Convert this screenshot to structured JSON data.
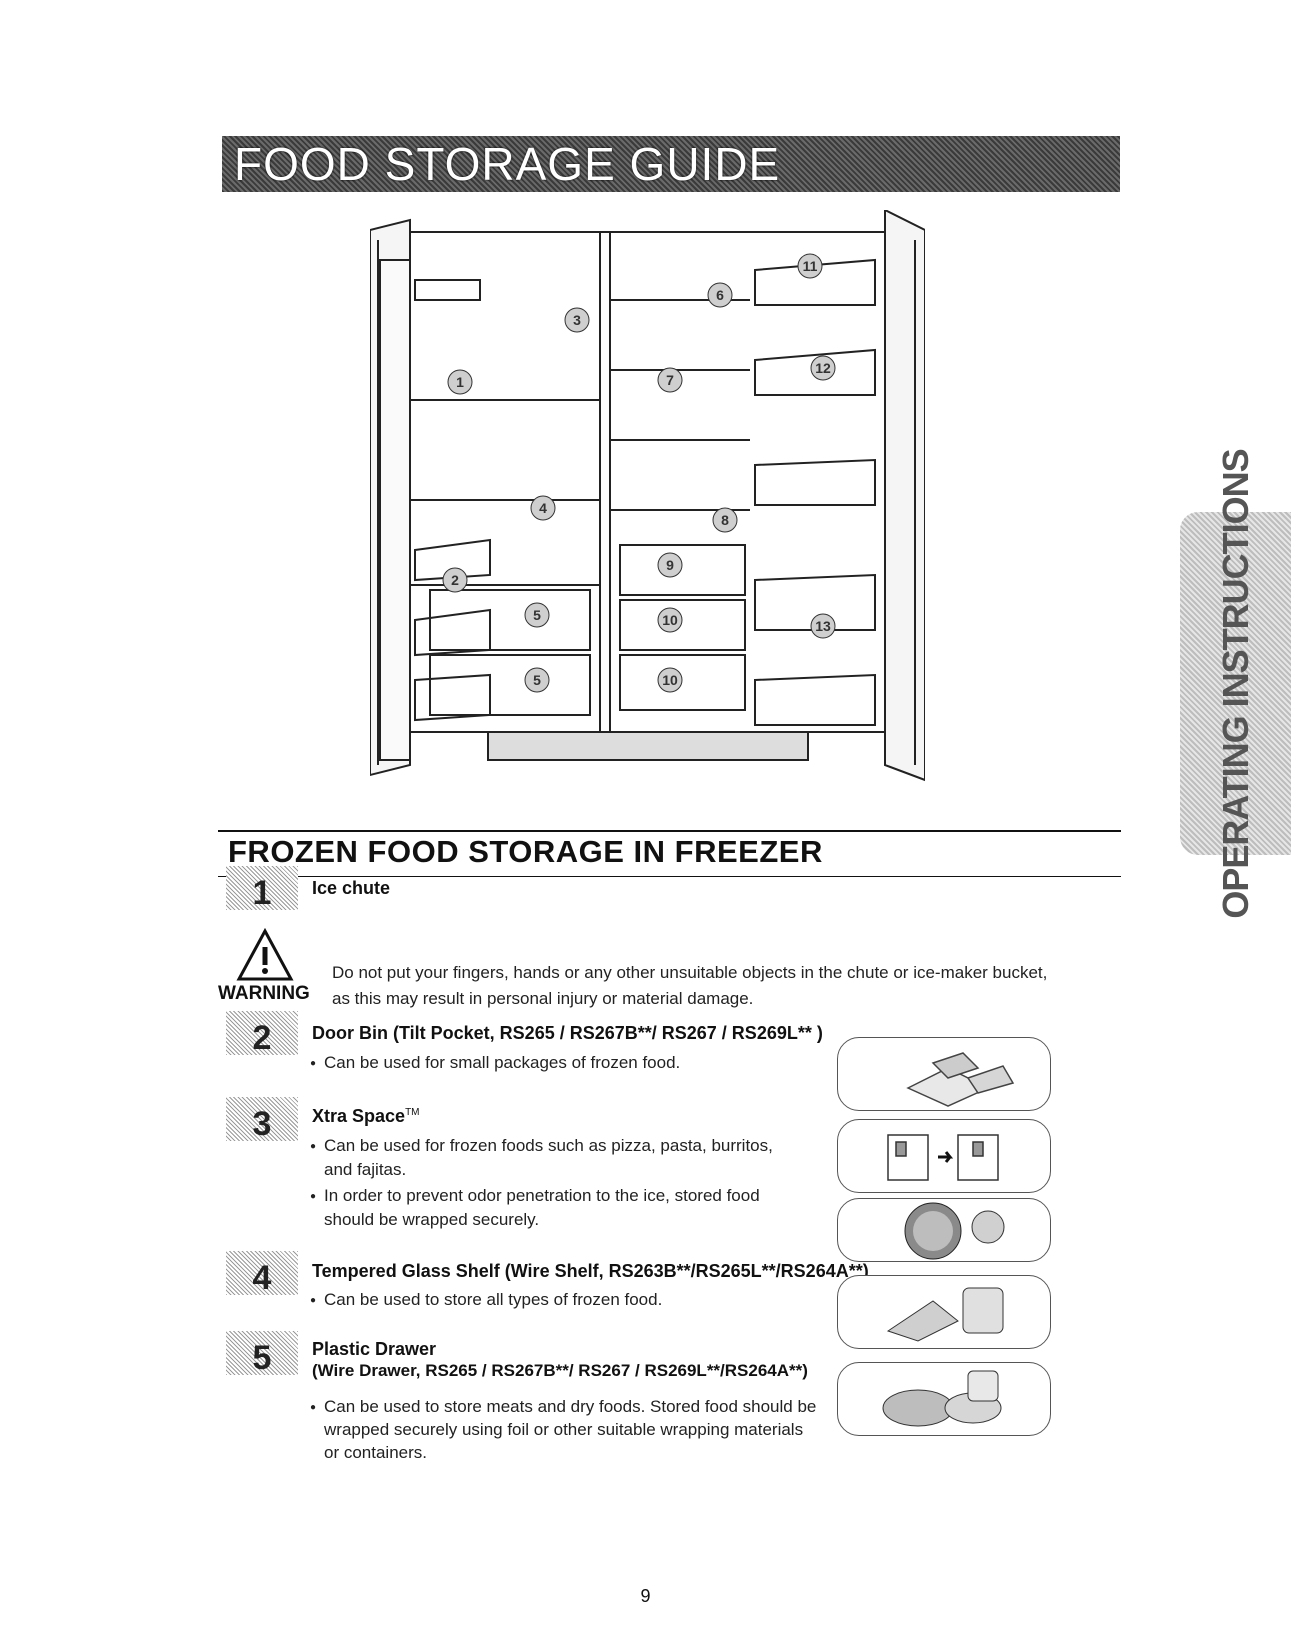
{
  "header": {
    "title": "FOOD STORAGE GUIDE"
  },
  "side_tab": {
    "label": "OPERATING INSTRUCTIONS"
  },
  "figure": {
    "callouts": [
      "1",
      "2",
      "3",
      "4",
      "5",
      "5",
      "6",
      "7",
      "8",
      "9",
      "10",
      "10",
      "11",
      "12",
      "13"
    ]
  },
  "section": {
    "title": "FROZEN FOOD STORAGE IN FREEZER"
  },
  "items": [
    {
      "number": "1",
      "title": "Ice chute"
    },
    {
      "number": "2",
      "title": "Door Bin (Tilt Pocket, RS265 / RS267B**/ RS267 / RS269L** )",
      "bullets": [
        "Can be used for small packages of frozen food."
      ]
    },
    {
      "number": "3",
      "title": "Xtra Space",
      "title_mark": "TM",
      "bullets": [
        "Can be used for frozen foods such as pizza, pasta, burritos,",
        "and fajitas.",
        "In order to prevent odor penetration to the ice, stored food",
        "should be wrapped securely."
      ]
    },
    {
      "number": "4",
      "title": "Tempered Glass Shelf (Wire Shelf, RS263B**/RS265L**/RS264A**)",
      "bullets": [
        "Can be used to store all types of frozen food."
      ]
    },
    {
      "number": "5",
      "title": "Plastic Drawer",
      "subtitle": "(Wire Drawer, RS265 / RS267B**/ RS267 / RS269L**/RS264A**)",
      "bullets": [
        "Can be used to store meats and dry foods. Stored food should be",
        "wrapped securely using foil or other suitable wrapping materials",
        "or containers."
      ]
    }
  ],
  "warning": {
    "label": "WARNING",
    "lines": [
      "Do not put your fingers, hands or any other unsuitable objects in the chute or ice-maker bucket,",
      "as this may result in personal injury or material damage."
    ]
  },
  "page_number": "9",
  "colors": {
    "banner": "#4a4a4a",
    "tab": "#cfcfcf",
    "text": "#111111"
  }
}
